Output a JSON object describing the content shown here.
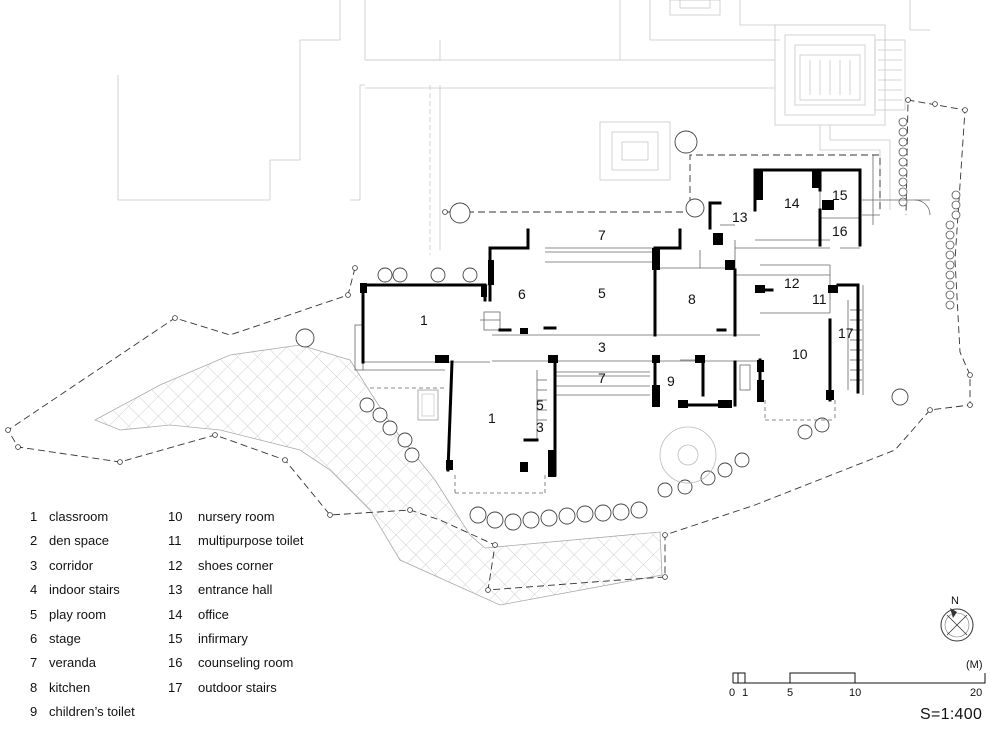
{
  "rooms": {
    "r1a": "1",
    "r1b": "1",
    "r3a": "3",
    "r3b": "3",
    "r5a": "5",
    "r5b": "5",
    "r6": "6",
    "r7a": "7",
    "r7b": "7",
    "r8": "8",
    "r9": "9",
    "r10": "10",
    "r11": "11",
    "r12": "12",
    "r13": "13",
    "r14": "14",
    "r15": "15",
    "r16": "16",
    "r17": "17"
  },
  "legend_left": [
    {
      "num": "1",
      "label": "classroom"
    },
    {
      "num": "2",
      "label": "den space"
    },
    {
      "num": "3",
      "label": "corridor"
    },
    {
      "num": "4",
      "label": "indoor stairs"
    },
    {
      "num": "5",
      "label": "play room"
    },
    {
      "num": "6",
      "label": "stage"
    },
    {
      "num": "7",
      "label": "veranda"
    },
    {
      "num": "8",
      "label": "kitchen"
    },
    {
      "num": "9",
      "label": "children’s toilet"
    }
  ],
  "legend_right": [
    {
      "num": "10",
      "label": "nursery room"
    },
    {
      "num": "11",
      "label": "multipurpose toilet"
    },
    {
      "num": "12",
      "label": "shoes corner"
    },
    {
      "num": "13",
      "label": "entrance hall"
    },
    {
      "num": "14",
      "label": "office"
    },
    {
      "num": "15",
      "label": "infirmary"
    },
    {
      "num": "16",
      "label": "counseling room"
    },
    {
      "num": "17",
      "label": "outdoor stairs"
    }
  ],
  "scale_bar": {
    "unit": "(M)",
    "ticks": [
      "0",
      "1",
      "5",
      "10",
      "20"
    ],
    "ratio": "S=1:400"
  },
  "north_arrow": {
    "letter": "N",
    "icon": "north-arrow-icon"
  }
}
